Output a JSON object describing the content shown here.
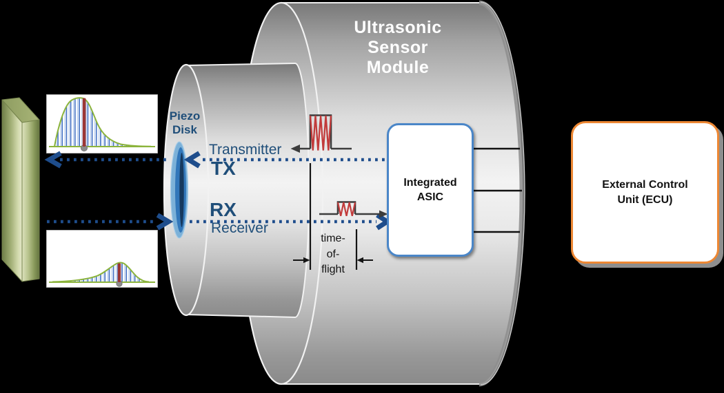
{
  "module": {
    "title_lines": [
      "Ultrasonic",
      "Sensor",
      "Module"
    ]
  },
  "piezo_disk": {
    "label_lines": [
      "Piezo",
      "Disk"
    ]
  },
  "signal_paths": {
    "transmitter_label": "Transmitter",
    "tx_label": "TX",
    "rx_label": "RX",
    "receiver_label": "Receiver"
  },
  "time_of_flight": {
    "label_lines": [
      "time-",
      "of-",
      "flight"
    ]
  },
  "asic": {
    "label_lines": [
      "Integrated",
      "ASIC"
    ]
  },
  "ecu": {
    "label_lines": [
      "External Control",
      "Unit (ECU)"
    ]
  },
  "colors": {
    "background": "#000000",
    "arrow_blue": "#1e4d8c",
    "label_blue": "#1f4e79",
    "asic_border_blue": "#4a86c8",
    "ecu_border_orange": "#ed8733",
    "pulse_red": "#c23b3b",
    "envelope_green": "#8cb43c",
    "echo_marker_red": "#9c3735",
    "obstacle_green": "#93a263",
    "cylinder_gray": "#c9c9c9",
    "title_white": "#ffffff"
  },
  "chart_data": [
    {
      "type": "area",
      "name": "outgoing-echo-envelope",
      "description": "Strong skewed echo envelope: steep rise, peak marked by red bar, long decay tail with vertical blue hatching",
      "peak_x_fraction": 0.34,
      "peak_height_fraction": 0.88
    },
    {
      "type": "area",
      "name": "returning-echo-envelope",
      "description": "Weak echo envelope: flat start, gentle peak at right marked by red bar, short decay",
      "peak_x_fraction": 0.66,
      "peak_height_fraction": 0.36
    }
  ]
}
